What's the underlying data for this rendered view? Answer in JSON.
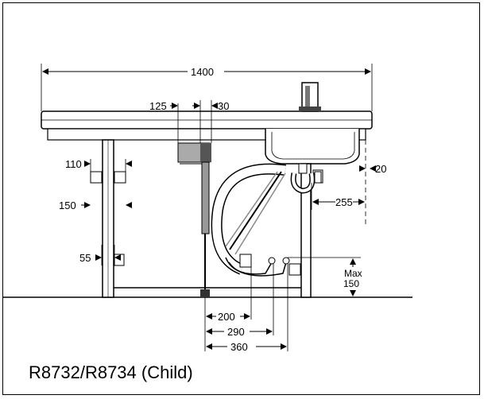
{
  "caption": "R8732/R8734 (Child)",
  "dimensions": {
    "overall_width": "1400",
    "d125": "125",
    "d30": "30",
    "d110": "110",
    "d150": "150",
    "d55": "55",
    "d20": "20",
    "d255": "255",
    "max_word": "Max",
    "max_value": "150",
    "d200": "200",
    "d290": "290",
    "d360": "360"
  },
  "colors": {
    "line": "#000000",
    "shade": "#b0b0b0",
    "dark": "#555555"
  }
}
